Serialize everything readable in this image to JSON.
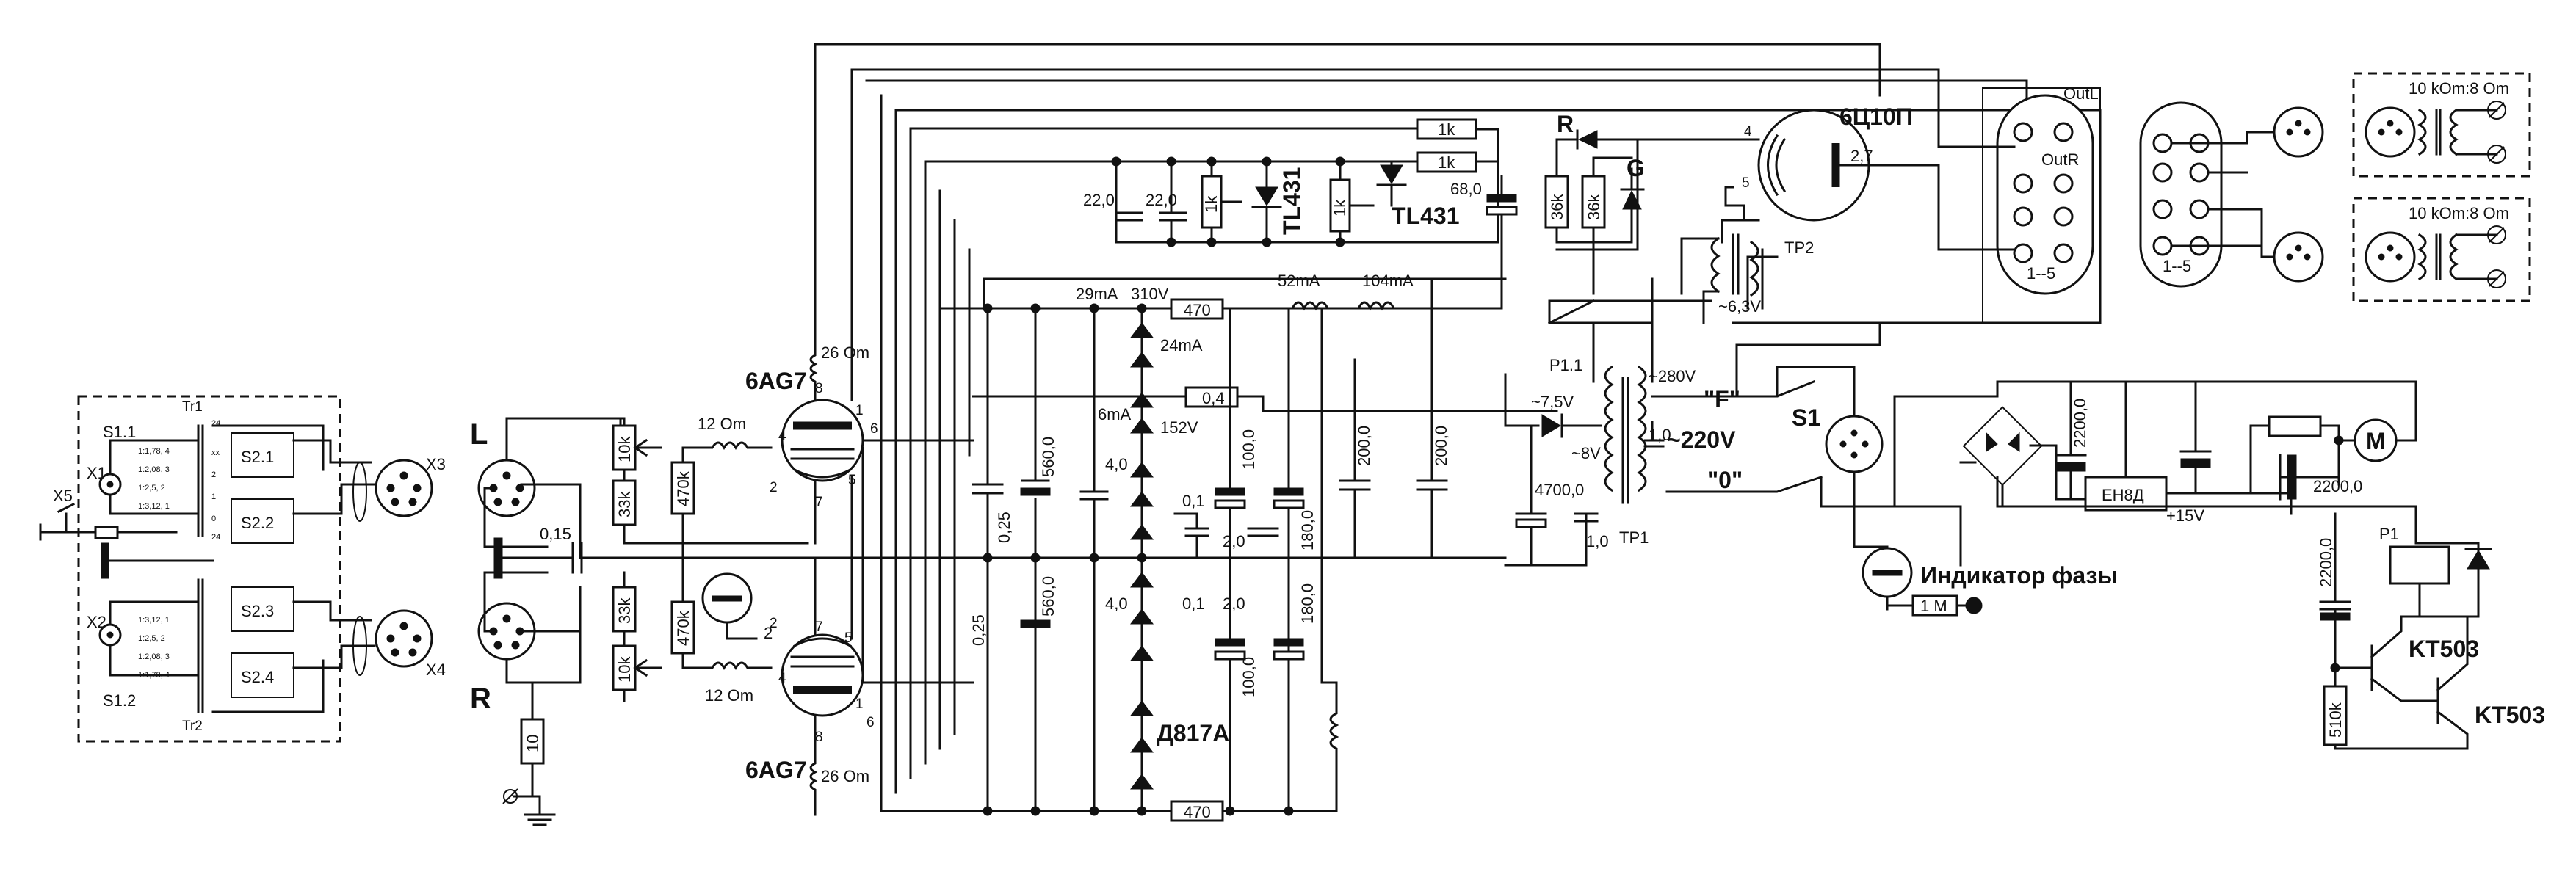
{
  "left_block": {
    "x5": "X5",
    "x1": "X1",
    "x2": "X2",
    "s1_1": "S1.1",
    "s1_2": "S1.2",
    "tr1": "Tr1",
    "tr2": "Tr2",
    "x3": "X3",
    "x4": "X4",
    "s2": [
      "S2.1",
      "S2.2",
      "S2.3",
      "S2.4"
    ],
    "taps": [
      "1:1,78, 4",
      "1:2,08, 3",
      "1:2,5, 2",
      "1:3,12, 1"
    ],
    "pins": [
      "24",
      "xx",
      "2",
      "1",
      "0",
      "24"
    ]
  },
  "inputs": {
    "left": "L",
    "right": "R",
    "r_10k": "10k",
    "r_33k": "33k",
    "r_470k": "470k",
    "c_015": "0,15",
    "r_10": "10",
    "pin2": "2"
  },
  "tubes": {
    "upper": "6AG7",
    "lower": "6AG7",
    "grid_res": "12 Om",
    "cathode_res": "26 Om",
    "pins": [
      "8",
      "4",
      "1",
      "6",
      "2",
      "5",
      "7"
    ]
  },
  "power": {
    "r_1k": "1k",
    "tl431": "TL431",
    "c_22": "22,0",
    "c_68": "68,0",
    "i_29": "29mA",
    "v_310": "310V",
    "r_470": "470",
    "i_52": "52mA",
    "i_104": "104mA",
    "i_24": "24mA",
    "i_6": "6mA",
    "v_152": "152V",
    "r_04": "0,4",
    "c_560": "560,0",
    "c_025": "0,25",
    "c_4": "4,0",
    "c_01": "0,1",
    "c_2": "2,0",
    "c_100": "100,0",
    "c_180": "180,0",
    "c_200": "200,0",
    "zener": "Д817А"
  },
  "rectifier": {
    "tube": "6Ц10П",
    "r_label": "R",
    "g_label": "G",
    "r_36k": "36k",
    "pin4": "4",
    "pin5": "5",
    "v_27": "2,7",
    "tp2": "TP2",
    "v_63": "~6,3V",
    "p1_1": "P1.1",
    "v_75": "~7,5V",
    "v_8": "~8V",
    "v_280": "~280V",
    "v_220": "~220V",
    "tp1": "TP1",
    "c_4700": "4700,0",
    "c_1": "1,0",
    "f": "\"F\"",
    "zero": "\"0\"",
    "s1": "S1",
    "phase": "Индикатор фазы",
    "r_1m": "1 M"
  },
  "outputs": {
    "outl": "OutL",
    "outr": "OutR",
    "pins15": "1--5",
    "kom": "10 kOm:8 Om"
  },
  "relay": {
    "c_2200": "2200,0",
    "reg": "EH8Д",
    "v_15": "+15V",
    "motor": "M",
    "p1": "P1",
    "kt503": "KT503",
    "r_510k": "510k"
  }
}
